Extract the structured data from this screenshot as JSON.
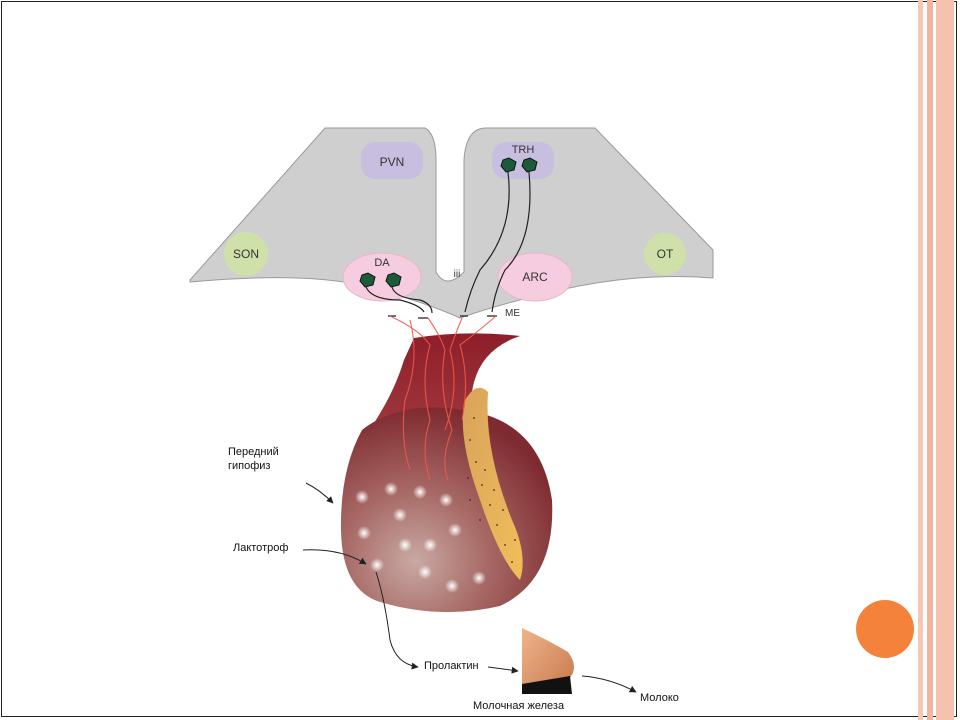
{
  "diagram": {
    "nuclei": {
      "pvn": "PVN",
      "trh": "TRH",
      "son": "SON",
      "da": "DA",
      "third_ventricle": "iii",
      "arc": "ARC",
      "ot": "OT",
      "me": "ME"
    },
    "labels": {
      "anterior_pituitary_line1": "Передний",
      "anterior_pituitary_line2": "гипофиз",
      "lactotroph": "Лактотроф",
      "prolactin": "Пролактин",
      "mammary_gland": "Молочная железа",
      "milk": "Молоко"
    }
  },
  "colors": {
    "accent_circle": "#f5823a",
    "stripe": "#f2b49c",
    "hypothalamus": "#cfcfcf",
    "pituitary": "#9b3a3e"
  }
}
